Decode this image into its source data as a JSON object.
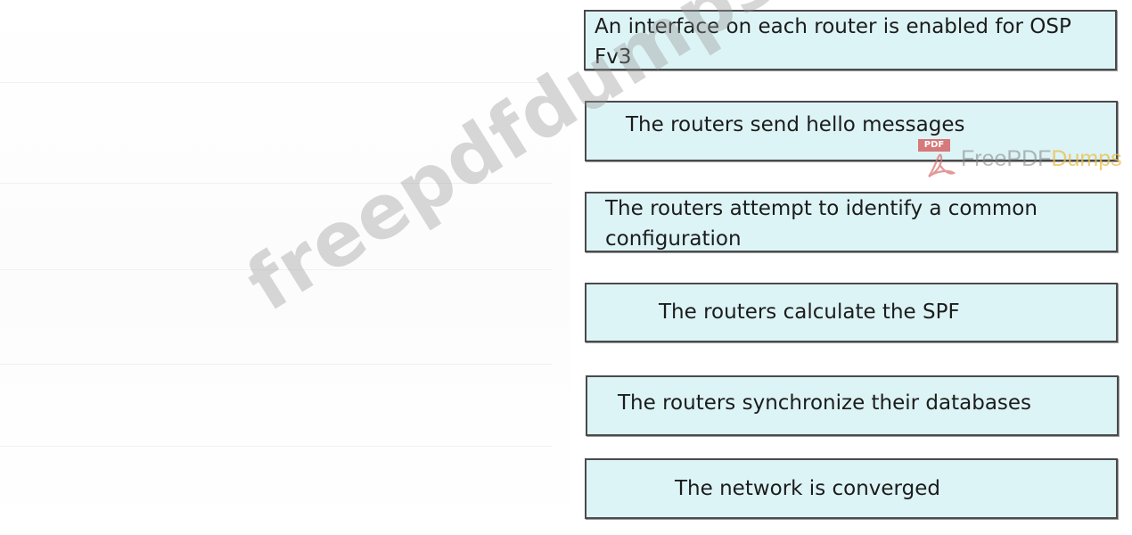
{
  "steps": [
    {
      "lines": [
        "An interface on each router is enabled for OSP",
        "Fv3"
      ]
    },
    {
      "lines": [
        "The routers send hello messages"
      ]
    },
    {
      "lines": [
        "The routers attempt to identify a common",
        "configuration"
      ]
    },
    {
      "lines": [
        "The routers calculate the SPF"
      ]
    },
    {
      "lines": [
        "The routers synchronize their databases"
      ]
    },
    {
      "lines": [
        "The network is converged"
      ]
    }
  ],
  "watermark": {
    "diagonal_text": "freepdfdumps.com",
    "logo_tag": "PDF",
    "logo_text_part1": "FreePDF",
    "logo_text_part2": "Dumps",
    "logo_icon": "pdf-acrobat-icon"
  },
  "colors": {
    "box_fill": "#ddf4f6",
    "box_border": "#4a4a4a",
    "text": "#1c1c1c"
  }
}
